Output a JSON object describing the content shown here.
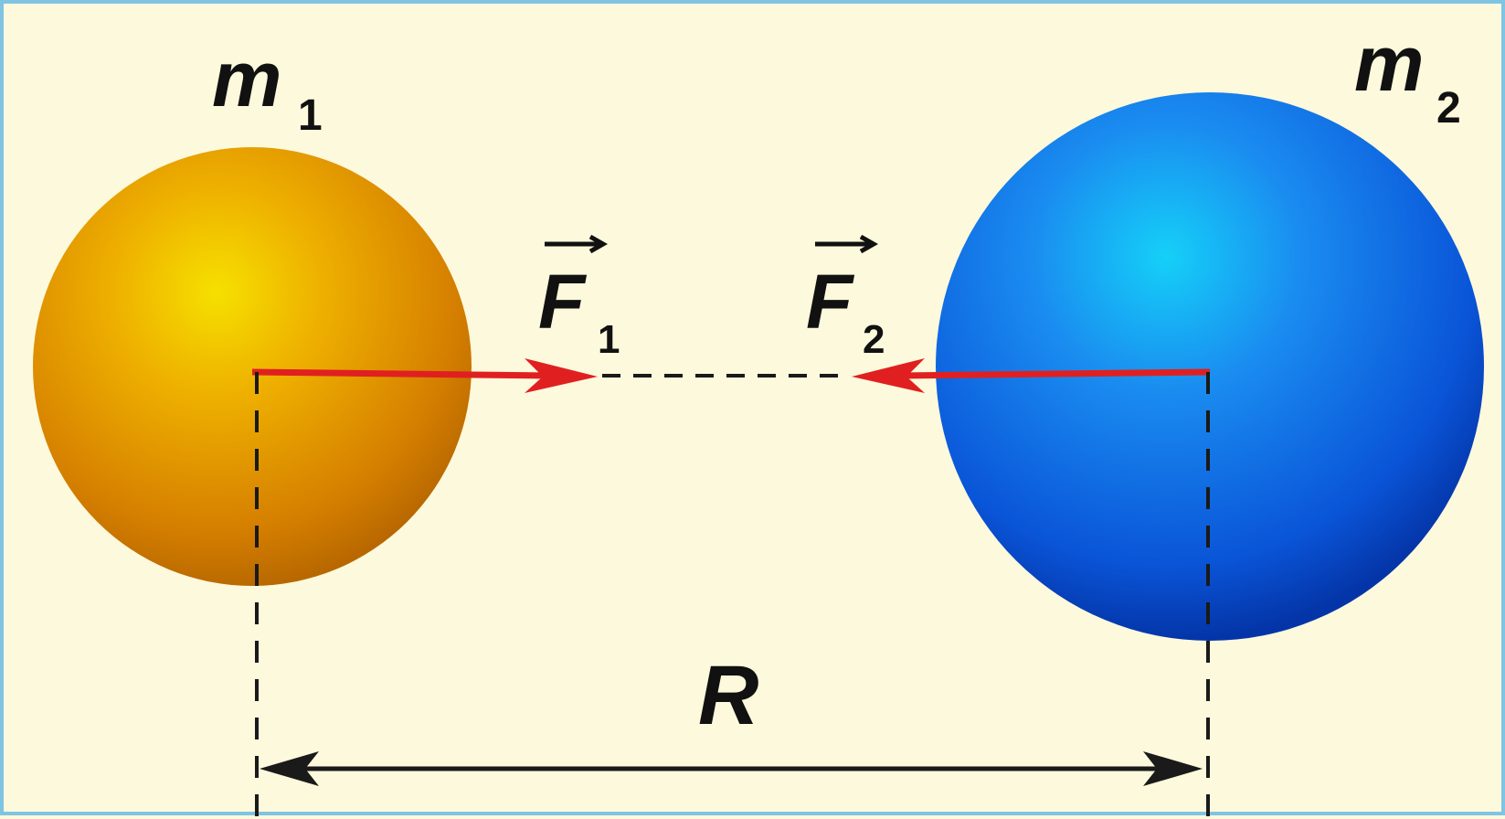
{
  "labels": {
    "mass1": "m",
    "mass1_sub": "1",
    "mass2": "m",
    "mass2_sub": "2",
    "force1": "F",
    "force1_sub": "1",
    "force2": "F",
    "force2_sub": "2",
    "distance": "R"
  },
  "colors": {
    "background": "#fdf9dc",
    "border": "#7fc4e2",
    "mass1": "#e08a00",
    "mass2": "#1060e0",
    "force_arrow": "#e02020",
    "dimension_line": "#1a1a1a"
  }
}
